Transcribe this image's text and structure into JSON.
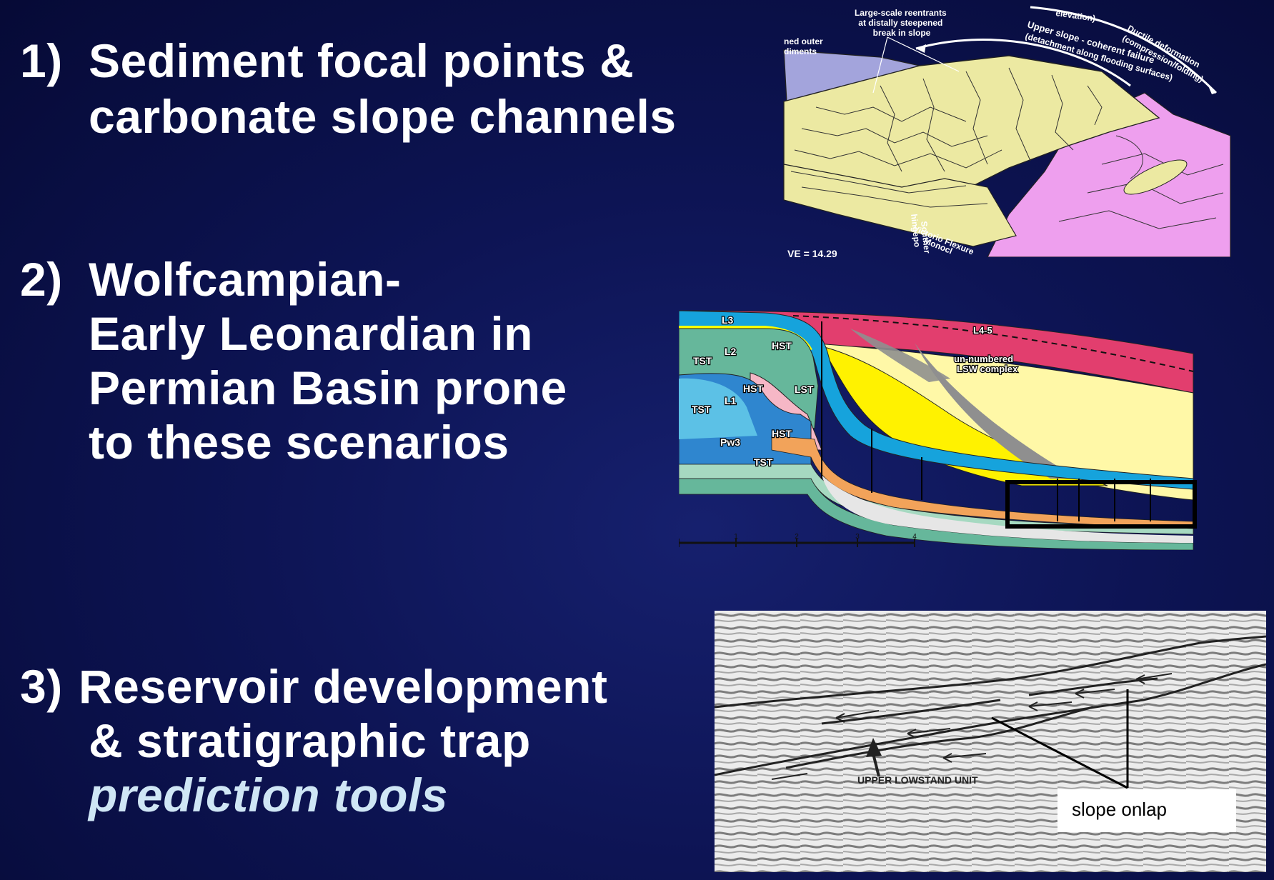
{
  "points": [
    {
      "number": "1)",
      "lines": [
        "Sediment focal points &",
        "carbonate slope channels"
      ]
    },
    {
      "number": "2)",
      "lines": [
        "Wolfcampian-",
        "Early Leonardian in",
        "Permian Basin prone",
        "to these scenarios"
      ]
    },
    {
      "number": "3)",
      "lines": [
        "Reservoir development",
        "& stratigraphic trap"
      ],
      "italic_line": "prediction tools"
    }
  ],
  "figure1": {
    "reentrants": [
      "Large-scale reentrants",
      "at distally steepened",
      "break in slope"
    ],
    "elevation": "elevation)",
    "upper_slope": [
      "Upper slope - coherent failure",
      "(detachment along flooding surfaces)"
    ],
    "ductile": [
      "Ductile deformation",
      "(compression/folding)"
    ],
    "outer_sediments": [
      "ned outer",
      "diments"
    ],
    "hingepoint": [
      "Souther",
      "hingepo"
    ],
    "flexure": [
      "Victorio Flexure",
      "Monocl"
    ],
    "ve": "VE = 14.29",
    "colors": {
      "platform": "#ece9a2",
      "basin": "#ee9fee",
      "outer": "#a3a4dc"
    }
  },
  "figure2": {
    "labels": {
      "l3": "L3",
      "l45": "L4-5",
      "l2": "L2",
      "l1": "L1",
      "pw3": "Pw3",
      "tst": "TST",
      "hst": "HST",
      "lst": "LST",
      "lsw": [
        "un-numbered",
        "LSW complex"
      ]
    },
    "scale_ticks": [
      "1",
      "2",
      "3",
      "4"
    ],
    "colors": {
      "l3": "#16a3dc",
      "l45": "#e23e6e",
      "l2": "#66b79b",
      "l1": "#2f86cf",
      "lst": "#f6b7c6",
      "lsw_core": "#fff200",
      "lsw_outer": "#fff8a7"
    }
  },
  "figure3": {
    "unit_label": "UPPER LOWSTAND UNIT",
    "callout": "slope onlap"
  }
}
